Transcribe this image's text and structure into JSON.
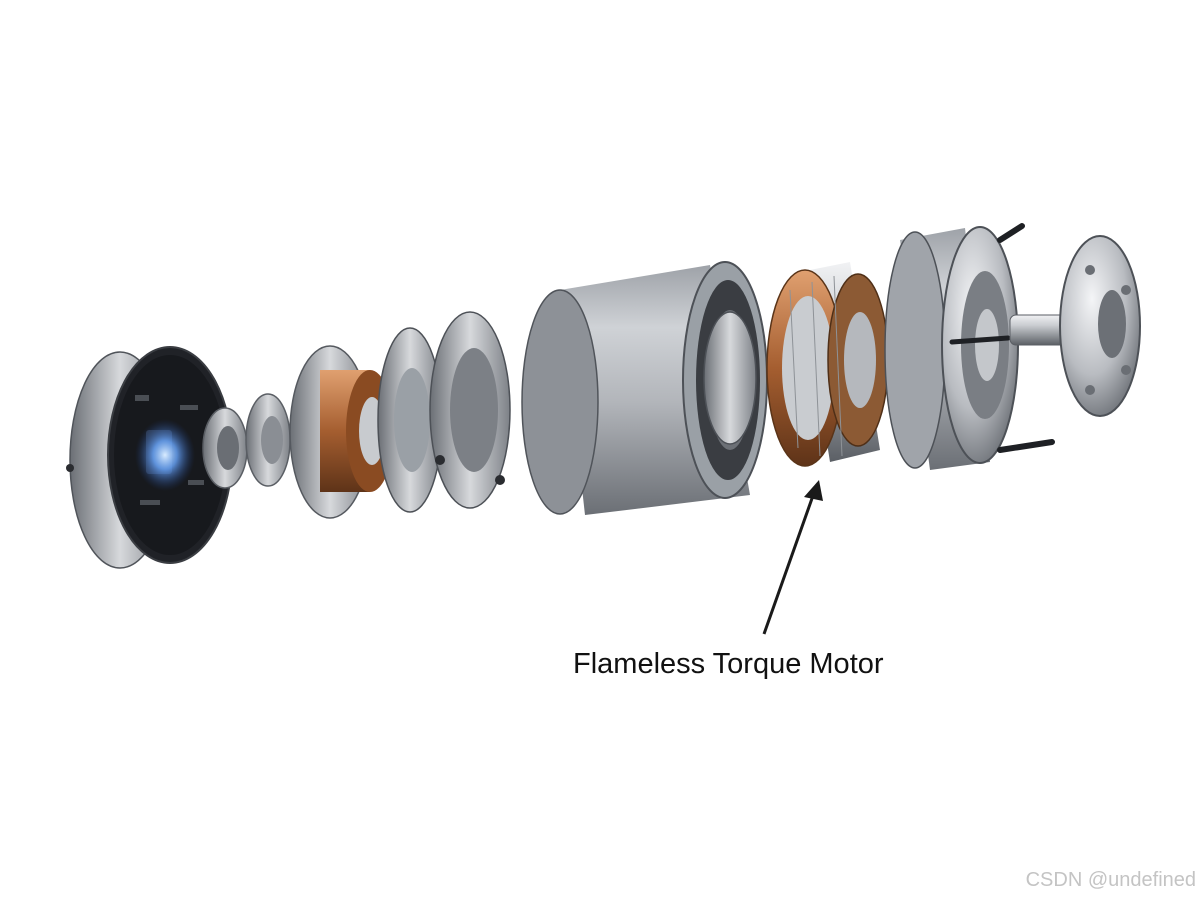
{
  "annotation": {
    "label": "Flameless Torque Motor"
  },
  "watermark": {
    "text": "CSDN @undefined"
  },
  "colors": {
    "background": "#ffffff",
    "metal_light": "#e2e4e7",
    "metal_dark": "#55595f",
    "copper": "#b06a3a",
    "pcb": "#1a1c20",
    "led_glow": "#6aa8ff",
    "text": "#111111",
    "watermark": "#c4c4c4"
  },
  "image": {
    "subject": "exploded view of an actuator assembly"
  }
}
